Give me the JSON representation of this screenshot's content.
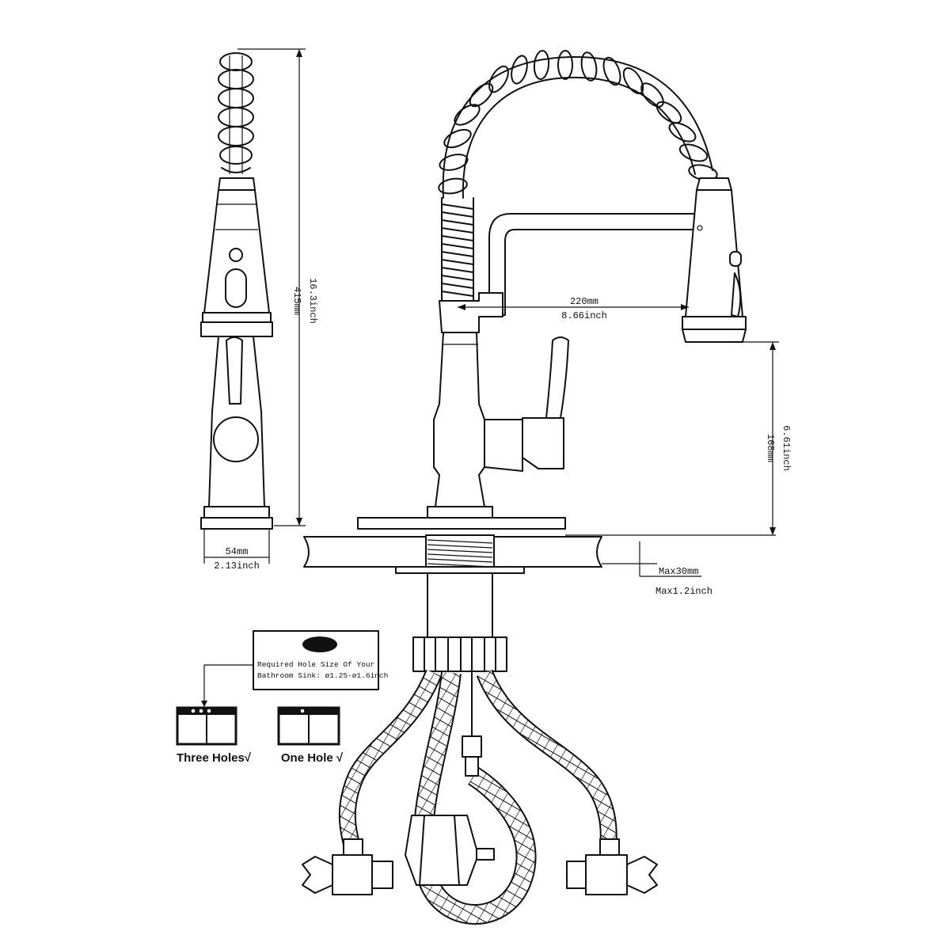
{
  "dimensions": {
    "total_height_mm": "415mm",
    "total_height_in": "16.3inch",
    "reach_mm": "220mm",
    "reach_in": "8.66inch",
    "spout_height_mm": "168mm",
    "spout_height_in": "6.61inch",
    "base_width_mm": "54mm",
    "base_width_in": "2.13inch",
    "deck_thickness_mm": "Max30mm",
    "deck_thickness_in": "Max1.2inch"
  },
  "hole_note": {
    "line1": "Required Hole Size Of Your",
    "line2": "Bathroom Sink: ø1.25-ø1.6inch"
  },
  "install_options": [
    {
      "label": "Three Holes√"
    },
    {
      "label": "One Hole √"
    }
  ]
}
